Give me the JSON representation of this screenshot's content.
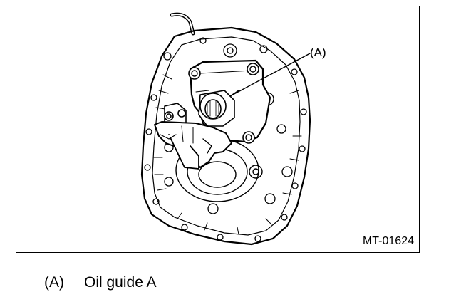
{
  "figure": {
    "callout": "(A)",
    "figure_id": "MT-01624"
  },
  "legend": [
    {
      "code": "(A)",
      "text": "Oil guide A"
    }
  ]
}
